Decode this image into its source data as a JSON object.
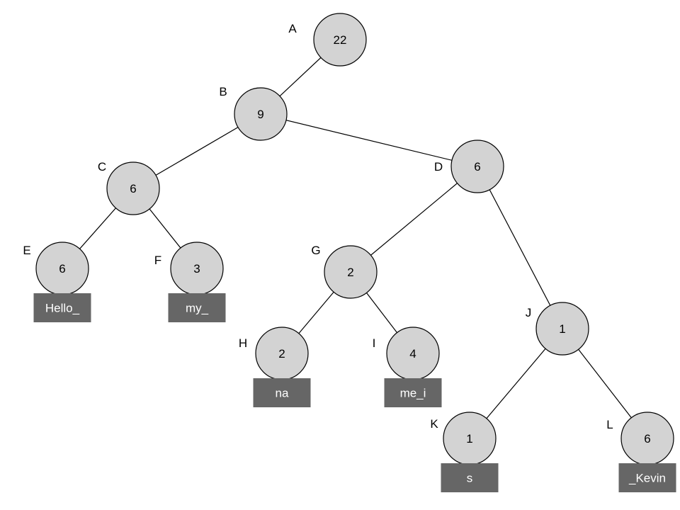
{
  "colors": {
    "node_fill": "#d3d3d3",
    "node_stroke": "#000000",
    "edge": "#000000",
    "leaf_box": "#666666",
    "leaf_text": "#ffffff",
    "text": "#000000"
  },
  "tree": {
    "nodes": [
      {
        "id": "A",
        "letter": "A",
        "weight": "22"
      },
      {
        "id": "B",
        "letter": "B",
        "weight": "9"
      },
      {
        "id": "C",
        "letter": "C",
        "weight": "6"
      },
      {
        "id": "D",
        "letter": "D",
        "weight": "6"
      },
      {
        "id": "E",
        "letter": "E",
        "weight": "6",
        "leaf_label": "Hello_"
      },
      {
        "id": "F",
        "letter": "F",
        "weight": "3",
        "leaf_label": "my_"
      },
      {
        "id": "G",
        "letter": "G",
        "weight": "2"
      },
      {
        "id": "H",
        "letter": "H",
        "weight": "2",
        "leaf_label": "na"
      },
      {
        "id": "I",
        "letter": "I",
        "weight": "4",
        "leaf_label": "me_i"
      },
      {
        "id": "J",
        "letter": "J",
        "weight": "1"
      },
      {
        "id": "K",
        "letter": "K",
        "weight": "1",
        "leaf_label": "s"
      },
      {
        "id": "L",
        "letter": "L",
        "weight": "6",
        "leaf_label": "_Kevin"
      }
    ],
    "edges": [
      [
        "A",
        "B"
      ],
      [
        "B",
        "C"
      ],
      [
        "B",
        "D"
      ],
      [
        "C",
        "E"
      ],
      [
        "C",
        "F"
      ],
      [
        "D",
        "G"
      ],
      [
        "D",
        "J"
      ],
      [
        "G",
        "H"
      ],
      [
        "G",
        "I"
      ],
      [
        "J",
        "K"
      ],
      [
        "J",
        "L"
      ]
    ]
  }
}
